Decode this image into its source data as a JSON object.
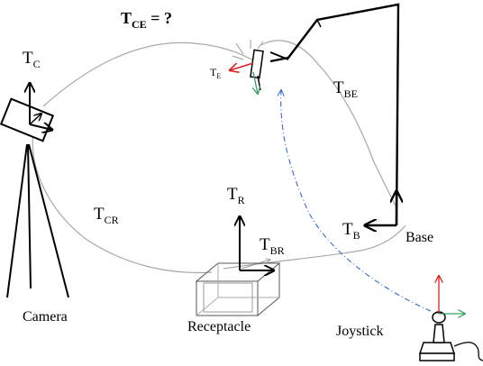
{
  "title": {
    "main": "T",
    "sub": "CE",
    "suffix": " = ?"
  },
  "frames": {
    "camera": {
      "main": "T",
      "sub": "C"
    },
    "end_effector": {
      "main": "T",
      "sub": "E"
    },
    "receptacle": {
      "main": "T",
      "sub": "R"
    },
    "base": {
      "main": "T",
      "sub": "B"
    }
  },
  "transforms": {
    "base_to_end": {
      "main": "T",
      "sub": "BE"
    },
    "camera_to_receptacle": {
      "main": "T",
      "sub": "CR"
    },
    "base_to_receptacle": {
      "main": "T",
      "sub": "BR"
    }
  },
  "objects": {
    "camera": "Camera",
    "receptacle": "Receptacle",
    "joystick": "Joystick",
    "base": "Base"
  },
  "colors": {
    "x_axis": "#e02020",
    "y_axis": "#3aa06a",
    "joystick_link": "#3366dd",
    "transform_curve": "#a8a8a8",
    "robot": "#000000"
  }
}
